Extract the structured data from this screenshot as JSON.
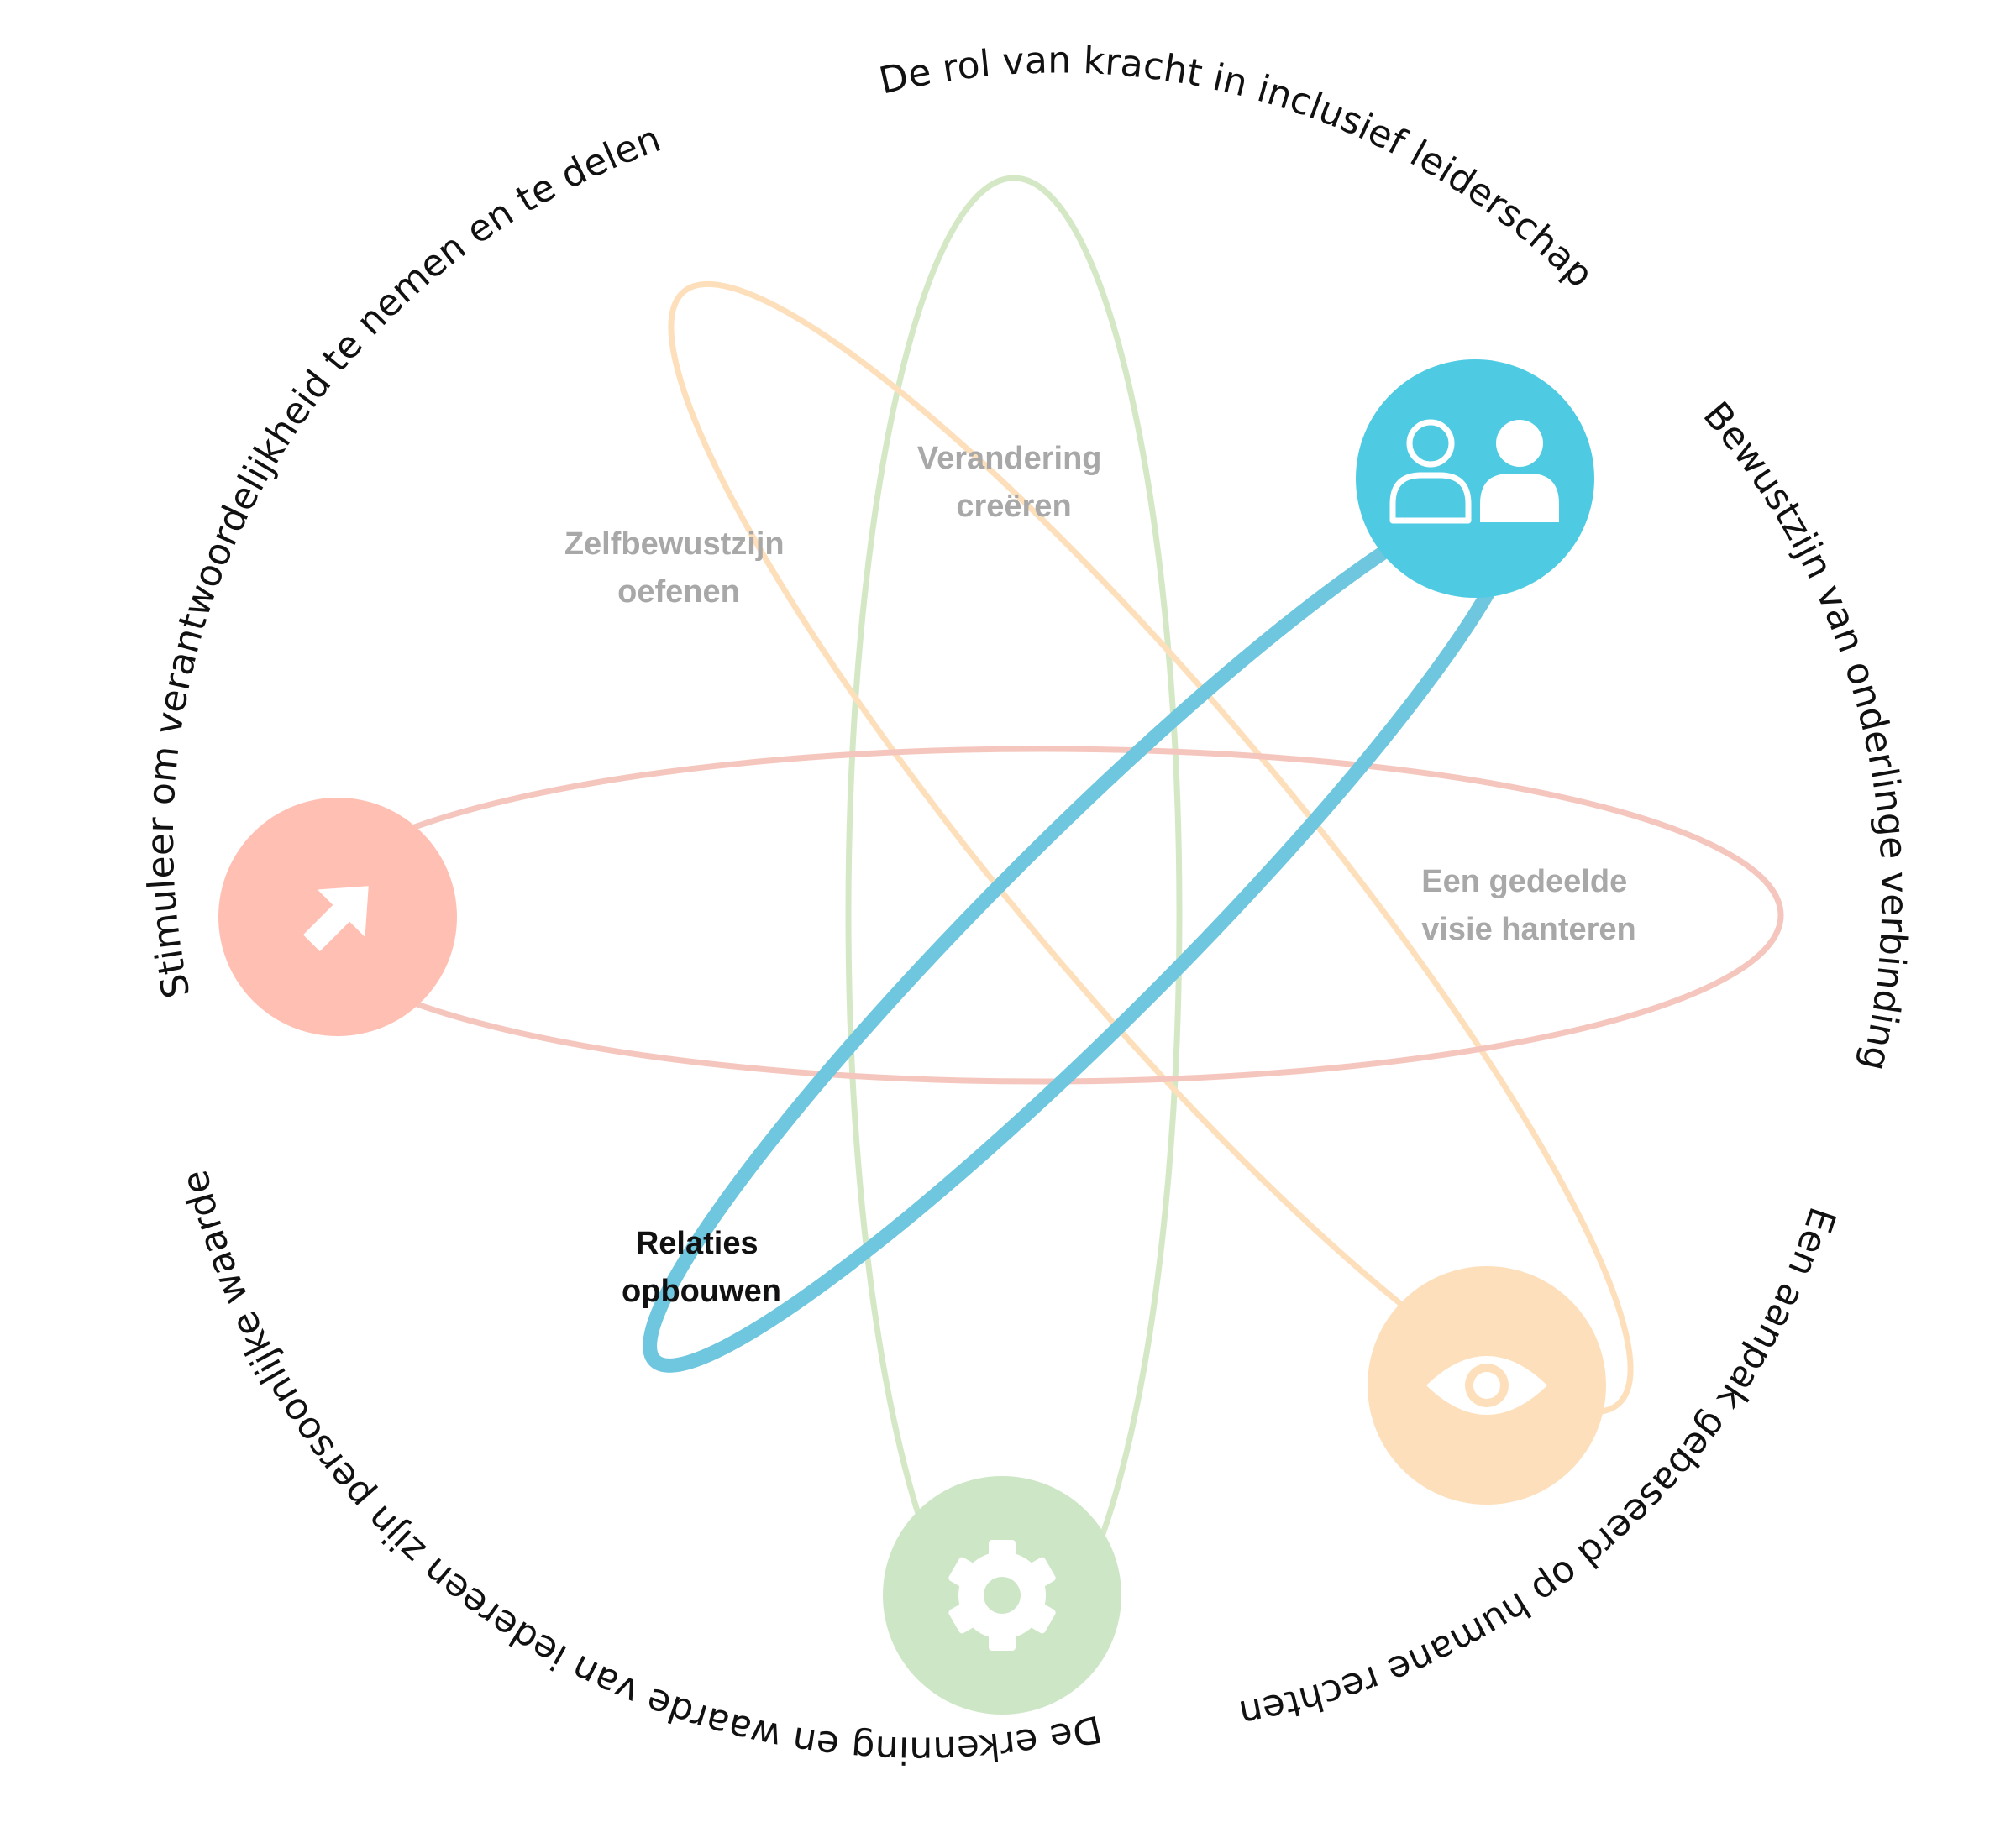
{
  "outer_labels": [
    {
      "id": "top",
      "text": "De rol van kracht in inclusief leiderschap"
    },
    {
      "id": "right",
      "text": "Bewustzijn van onderlinge verbinding"
    },
    {
      "id": "bottom-right",
      "text": "Een aanpak gebaseerd op humane rechten"
    },
    {
      "id": "bottom-left",
      "text": "De erkenning en waarde van iedereen zijn persoonlijke waarde"
    },
    {
      "id": "left",
      "text": "Stimuleer om verantwoordelijkheid te nemen en te delen"
    }
  ],
  "inner_labels": {
    "verandering": {
      "line1": "Verandering",
      "line2": "creëren"
    },
    "zelfbewustzijn": {
      "line1": "Zelfbewustzijn",
      "line2": "oefenen"
    },
    "visie": {
      "line1": "Een gedeelde",
      "line2": "visie hanteren"
    },
    "relaties": {
      "line1": "Relaties",
      "line2": "opbouwen"
    }
  },
  "nodes": [
    {
      "id": "people",
      "icon": "people-icon",
      "color": "#4ecbe3"
    },
    {
      "id": "arrow",
      "icon": "arrow-up-right-icon",
      "color": "#ffc0b3"
    },
    {
      "id": "eye",
      "icon": "eye-icon",
      "color": "#fde0bb"
    },
    {
      "id": "gear",
      "icon": "gear-icon",
      "color": "#cde7c6"
    }
  ],
  "colors": {
    "orbit_green": "#d4e8c6",
    "orbit_peach": "#fde0bb",
    "orbit_salmon": "#f5c6bd",
    "orbit_blue": "#6ec6df",
    "inner_label_muted": "#a8a8a8",
    "inner_label_strong": "#111111"
  }
}
